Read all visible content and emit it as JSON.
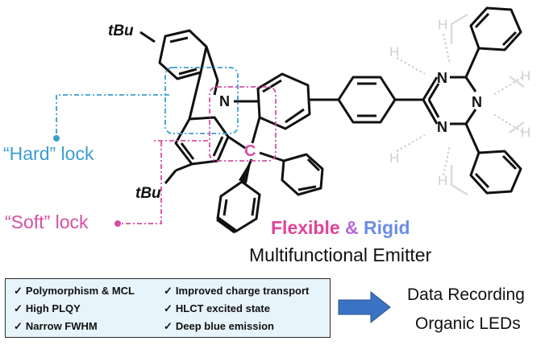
{
  "labels": {
    "tbu_top": "tBu",
    "tbu_bottom": "tBu",
    "hard_lock": "“Hard” lock",
    "soft_lock": "“Soft” lock",
    "n_atom": "N",
    "c_atom": "C",
    "triazine_n1": "N",
    "triazine_n2": "N",
    "triazine_n3": "N",
    "h_atom": "H"
  },
  "title": {
    "flexible": "Flexible",
    "amp": " & ",
    "rigid": "Rigid",
    "subtitle": "Multifunctional Emitter"
  },
  "features": {
    "check": "✓",
    "left": [
      "Polymorphism & MCL",
      "High PLQY",
      "Narrow FWHM"
    ],
    "right": [
      "Improved charge transport",
      "HLCT excited state",
      "Deep blue emission"
    ]
  },
  "applications": [
    "Data Recording",
    "Organic LEDs"
  ],
  "colors": {
    "hard_lock": "#3a9ed1",
    "soft_lock": "#d64fa2",
    "flexible": "#e0449a",
    "rigid": "#6b8ee6",
    "box_fill": "#e7f4fb",
    "arrow": "#3b73c4"
  }
}
